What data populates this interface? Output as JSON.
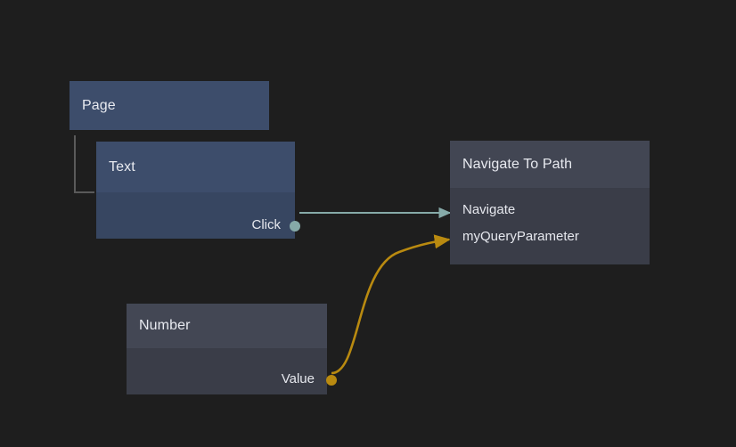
{
  "canvas": {
    "background": "#1e1e1e",
    "label": "node-graph-canvas"
  },
  "colors": {
    "background": "#1e1e1e",
    "page_node": "#3d4d6b",
    "text_node_header": "#3d4d6b",
    "text_node_body": "#374661",
    "action_node_header": "#424653",
    "action_node_body": "#3a3d48",
    "value_node_header": "#434754",
    "value_node_body": "#3a3d48",
    "exec_edge": "#86aaa8",
    "data_edge": "#b98a10",
    "bracket": "#5a5a5a",
    "label_text": "#e6e8ee"
  },
  "nodes": [
    {
      "id": "page",
      "title": "Page",
      "type": "container",
      "outputs": [],
      "inputs": []
    },
    {
      "id": "text",
      "title": "Text",
      "type": "widget",
      "outputs": [
        {
          "label": "Click",
          "socket": "exec-socket",
          "color": "#86aaa8"
        }
      ],
      "inputs": []
    },
    {
      "id": "navigate",
      "title": "Navigate To Path",
      "type": "action",
      "inputs": [
        {
          "label": "Navigate",
          "socket": "exec-arrow",
          "color": "#86aaa8"
        },
        {
          "label": "myQueryParameter",
          "socket": "data-arrow",
          "color": "#b98a10"
        }
      ],
      "outputs": []
    },
    {
      "id": "number",
      "title": "Number",
      "type": "value",
      "outputs": [
        {
          "label": "Value",
          "socket": "data-socket",
          "color": "#b98a10"
        }
      ],
      "inputs": []
    }
  ],
  "edges": [
    {
      "id": "edge-click-navigate",
      "from_node": "text",
      "from_port": "Click",
      "to_node": "navigate",
      "to_port": "Navigate",
      "kind": "execution",
      "color": "#86aaa8",
      "style": "straight"
    },
    {
      "id": "edge-value-myqueryparameter",
      "from_node": "number",
      "from_port": "Value",
      "to_node": "navigate",
      "to_port": "myQueryParameter",
      "kind": "data",
      "color": "#b98a10",
      "style": "bezier"
    }
  ]
}
